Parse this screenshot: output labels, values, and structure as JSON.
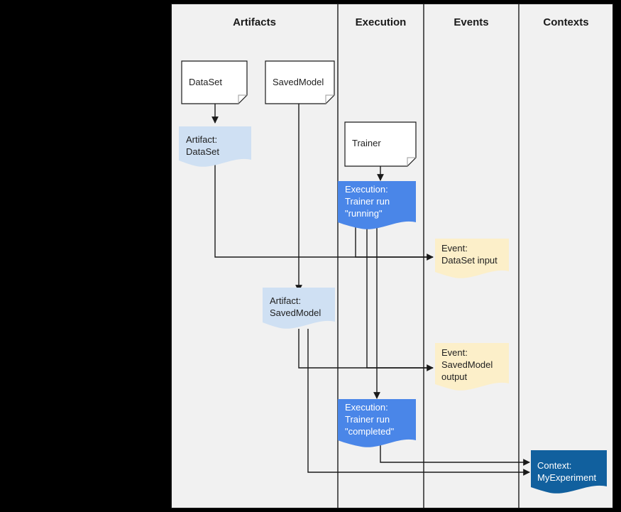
{
  "diagram": {
    "title_columns": [
      {
        "name": "artifacts",
        "label": "Artifacts"
      },
      {
        "name": "execution",
        "label": "Execution"
      },
      {
        "name": "events",
        "label": "Events"
      },
      {
        "name": "contexts",
        "label": "Contexts"
      }
    ],
    "colors": {
      "canvas": "#f1f1f1",
      "page_background": "#000000",
      "stroke": "#1a1a1a",
      "artifact_fill": "#cfe0f3",
      "execution_fill": "#4a86e8",
      "event_fill": "#fcefc9",
      "context_fill": "#11609e",
      "plain_fill": "#ffffff"
    },
    "nodes": [
      {
        "name": "dataset-type-node",
        "type": "document",
        "label": "DataSet"
      },
      {
        "name": "savedmodel-type-node",
        "type": "document",
        "label": "SavedModel"
      },
      {
        "name": "trainer-type-node",
        "type": "document",
        "label": "Trainer"
      },
      {
        "name": "artifact-dataset-node",
        "type": "artifact",
        "label": "Artifact:\nDataSet"
      },
      {
        "name": "artifact-savedmodel-node",
        "type": "artifact",
        "label": "Artifact:\nSavedModel"
      },
      {
        "name": "execution-trainer-running-node",
        "type": "execution",
        "label": "Execution:\nTrainer run\n\"running\""
      },
      {
        "name": "execution-trainer-completed-node",
        "type": "execution",
        "label": "Execution:\nTrainer run\n\"completed\""
      },
      {
        "name": "event-dataset-input-node",
        "type": "event",
        "label": "Event:\nDataSet input"
      },
      {
        "name": "event-savedmodel-output-node",
        "type": "event",
        "label": "Event:\nSavedModel\noutput"
      },
      {
        "name": "context-myexperiment-node",
        "type": "context",
        "label": "Context:\nMyExperiment"
      }
    ]
  }
}
